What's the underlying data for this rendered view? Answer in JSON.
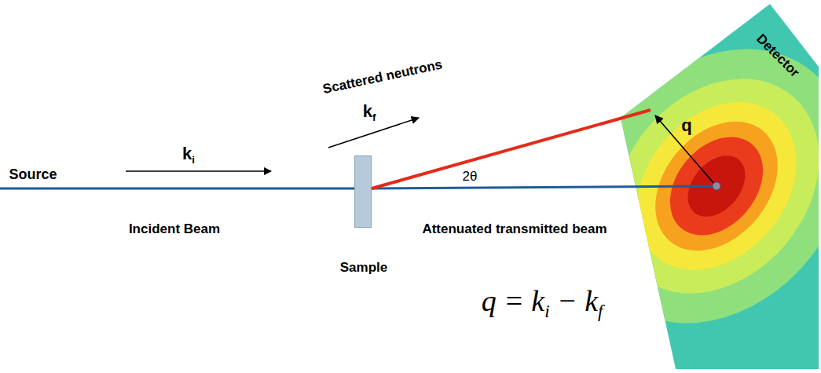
{
  "diagram": {
    "nodes": [
      {
        "text": [
          "Sample"
        ]
      },
      {
        "text": [
          "Detector"
        ]
      }
    ],
    "edges": [
      {
        "from": 0,
        "to": 1,
        "arrow": "none"
      },
      {
        "from": 0,
        "to": 1,
        "arrow": "none"
      }
    ],
    "labels": [
      "Source",
      "ki",
      "Incident Beam",
      "Scattered neutrons",
      "kf",
      "2θ",
      "Attenuated transmitted beam",
      "q",
      "q = ki − kf"
    ]
  }
}
